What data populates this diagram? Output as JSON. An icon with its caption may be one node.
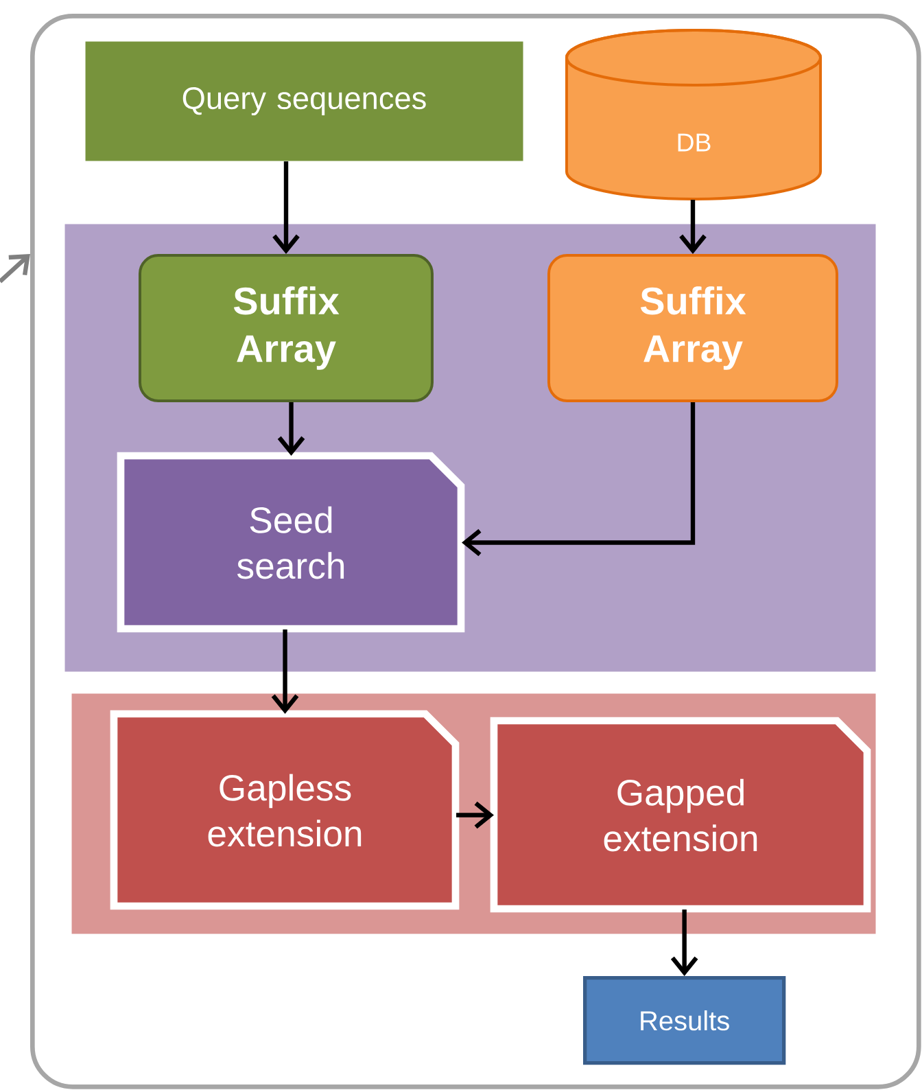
{
  "diagram": {
    "nodes": [
      {
        "text": [],
        "shape": "box"
      },
      {
        "text": [
          "Query sequences"
        ],
        "in": 0
      },
      {
        "text": [
          "DB"
        ],
        "in": 0
      },
      {
        "text": [],
        "shape": "box",
        "in": 0
      },
      {
        "text": [
          "Suffix Array"
        ],
        "in": 3
      },
      {
        "text": [
          "Suffix Array"
        ],
        "in": 3
      },
      {
        "text": [
          "Seed search"
        ],
        "in": 3
      },
      {
        "text": [],
        "shape": "box",
        "in": 0
      },
      {
        "text": [
          "Gapless extension"
        ],
        "in": 7
      },
      {
        "text": [
          "Gapped extension"
        ],
        "in": 7
      },
      {
        "text": [
          "Results"
        ],
        "in": 0
      }
    ],
    "edges": [
      {
        "from": null,
        "to": 0,
        "arrow": "to",
        "color": "#7f7f7f"
      },
      {
        "from": 1,
        "to": 4,
        "arrow": "to"
      },
      {
        "from": 2,
        "to": 5,
        "arrow": "to"
      },
      {
        "from": 4,
        "to": 6,
        "arrow": "to"
      },
      {
        "from": 5,
        "to": 6,
        "arrow": "to"
      },
      {
        "from": 6,
        "to": 8,
        "arrow": "to"
      },
      {
        "from": 8,
        "to": 9,
        "arrow": "to"
      },
      {
        "from": 9,
        "to": 10,
        "arrow": "to"
      }
    ]
  }
}
